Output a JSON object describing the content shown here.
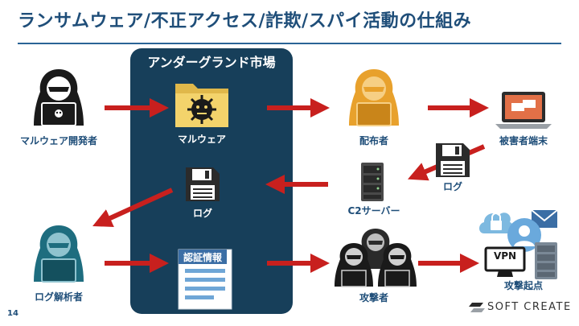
{
  "title": "ランサムウェア/不正アクセス/詐欺/スパイ活動の仕組み",
  "market_title": "アンダーグランド市場",
  "nodes": {
    "malware_dev": "マルウェア開発者",
    "malware": "マルウェア",
    "distributor": "配布者",
    "victim_terminal": "被害者端末",
    "log_victim": "ログ",
    "c2_server": "C2サーバー",
    "log_market": "ログ",
    "log_analyst": "ログ解析者",
    "auth_info": "認証情報",
    "attacker": "攻撃者",
    "attack_origin": "攻撃起点",
    "vpn_label": "VPN"
  },
  "page_number": "14",
  "company": "SOFT CREATE",
  "colors": {
    "title": "#1f4e79",
    "market_bg": "#173f5a",
    "arrow": "#c8201e",
    "hacker_black": "#1a1a1a",
    "hacker_orange": "#e8a12c",
    "hacker_teal": "#1e6d7f"
  },
  "icons": [
    "hacker-icon",
    "folder-virus-icon",
    "floppy-disk-icon",
    "server-icon",
    "laptop-icon",
    "document-icon",
    "lock-icon",
    "mail-icon",
    "user-icon",
    "vpn-icon"
  ]
}
